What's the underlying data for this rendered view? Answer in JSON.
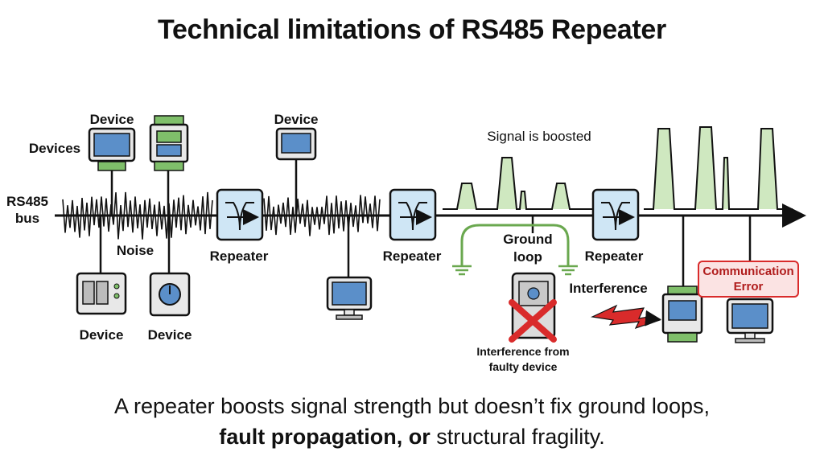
{
  "title": "Technical limitations of RS485 Repeater",
  "labels": {
    "device_top_left": "Device",
    "devices": "Devices",
    "device_top_mid": "Device",
    "rs485_line1": "RS485",
    "rs485_line2": "bus",
    "noise": "Noise",
    "device_bottom_1": "Device",
    "device_bottom_2": "Device",
    "repeater_1": "Repeater",
    "repeater_2": "Repeater",
    "repeater_3": "Repeater",
    "signal_boosted": "Signal is boosted",
    "ground_loop_line1": "Ground",
    "ground_loop_line2": "loop",
    "interference": "Interference",
    "interference_from_line1": "Interference from",
    "interference_from_line2": "faulty device",
    "comm_error_line1": "Communication",
    "comm_error_line2": "Error"
  },
  "caption": {
    "line1": "A repeater boosts signal strength but doesn’t fix ground loops,",
    "line2_bold": "fault propagation, or",
    "line2_rest": " structural fragility."
  },
  "colors": {
    "device_screen": "#5b8fc9",
    "terminal_green": "#7fbf6a",
    "repeater_fill": "#cfe6f5",
    "pulse_fill": "#cfe8c0",
    "ground_line": "#6aa84f",
    "error_red": "#d92b2b",
    "error_box_fill": "#fbe3e3"
  }
}
